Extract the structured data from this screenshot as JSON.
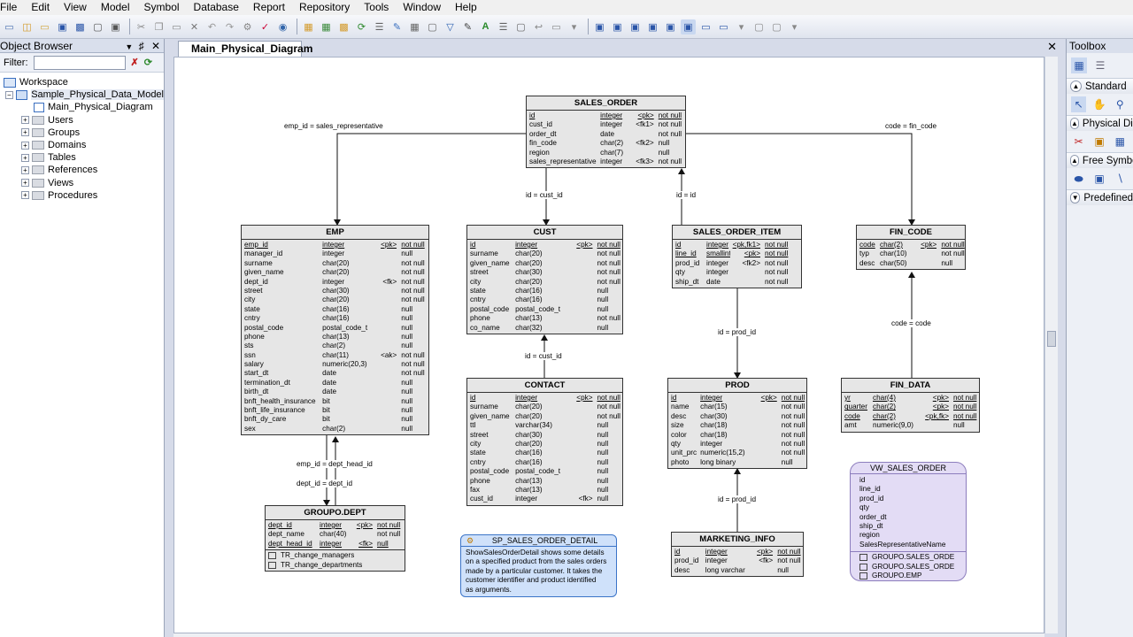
{
  "menu": [
    "File",
    "Edit",
    "View",
    "Model",
    "Symbol",
    "Database",
    "Report",
    "Repository",
    "Tools",
    "Window",
    "Help"
  ],
  "object_browser": {
    "title": "Object Browser",
    "pin_icon": "←",
    "close_icon": "✕",
    "filter_label": "Filter:",
    "filter_value": "",
    "workspace": "Workspace",
    "model": "Sample_Physical_Data_Model",
    "diagram": "Main_Physical_Diagram",
    "items": [
      "Users",
      "Groups",
      "Domains",
      "Tables",
      "References",
      "Views",
      "Procedures"
    ]
  },
  "tab": {
    "label": "Main_Physical_Diagram"
  },
  "toolbox": {
    "title": "Toolbox",
    "sections": [
      "Standard",
      "Physical Dia",
      "Free Symbo",
      "Predefined"
    ]
  },
  "tables": {
    "sales_order": {
      "name": "SALES_ORDER",
      "rows": [
        [
          "id",
          "integer",
          "<pk>",
          "not null"
        ],
        [
          "cust_id",
          "integer",
          "<fk1>",
          "not null"
        ],
        [
          "order_dt",
          "date",
          "",
          "not null"
        ],
        [
          "fin_code",
          "char(2)",
          "<fk2>",
          "null"
        ],
        [
          "region",
          "char(7)",
          "",
          "null"
        ],
        [
          "sales_representative",
          "integer",
          "<fk3>",
          "not null"
        ]
      ]
    },
    "emp": {
      "name": "EMP",
      "rows": [
        [
          "emp_id",
          "integer",
          "<pk>",
          "not null"
        ],
        [
          "manager_id",
          "integer",
          "",
          "null"
        ],
        [
          "surname",
          "char(20)",
          "",
          "not null"
        ],
        [
          "given_name",
          "char(20)",
          "",
          "not null"
        ],
        [
          "dept_id",
          "integer",
          "<fk>",
          "not null"
        ],
        [
          "street",
          "char(30)",
          "",
          "not null"
        ],
        [
          "city",
          "char(20)",
          "",
          "not null"
        ],
        [
          "state",
          "char(16)",
          "",
          "null"
        ],
        [
          "cntry",
          "char(16)",
          "",
          "null"
        ],
        [
          "postal_code",
          "postal_code_t",
          "",
          "null"
        ],
        [
          "phone",
          "char(13)",
          "",
          "null"
        ],
        [
          "sts",
          "char(2)",
          "",
          "null"
        ],
        [
          "ssn",
          "char(11)",
          "<ak>",
          "not null"
        ],
        [
          "salary",
          "numeric(20,3)",
          "",
          "not null"
        ],
        [
          "start_dt",
          "date",
          "",
          "not null"
        ],
        [
          "termination_dt",
          "date",
          "",
          "null"
        ],
        [
          "birth_dt",
          "date",
          "",
          "null"
        ],
        [
          "bnft_health_insurance",
          "bit",
          "",
          "null"
        ],
        [
          "bnft_life_insurance",
          "bit",
          "",
          "null"
        ],
        [
          "bnft_dy_care",
          "bit",
          "",
          "null"
        ],
        [
          "sex",
          "char(2)",
          "",
          "null"
        ]
      ]
    },
    "cust": {
      "name": "CUST",
      "rows": [
        [
          "id",
          "integer",
          "<pk>",
          "not null"
        ],
        [
          "surname",
          "char(20)",
          "",
          "not null"
        ],
        [
          "given_name",
          "char(20)",
          "",
          "not null"
        ],
        [
          "street",
          "char(30)",
          "",
          "not null"
        ],
        [
          "city",
          "char(20)",
          "",
          "not null"
        ],
        [
          "state",
          "char(16)",
          "",
          "null"
        ],
        [
          "cntry",
          "char(16)",
          "",
          "null"
        ],
        [
          "postal_code",
          "postal_code_t",
          "",
          "null"
        ],
        [
          "phone",
          "char(13)",
          "",
          "not null"
        ],
        [
          "co_name",
          "char(32)",
          "",
          "null"
        ]
      ]
    },
    "sales_order_item": {
      "name": "SALES_ORDER_ITEM",
      "rows": [
        [
          "id",
          "integer",
          "<pk,fk1>",
          "not null"
        ],
        [
          "line_id",
          "smallint",
          "<pk>",
          "not null"
        ],
        [
          "prod_id",
          "integer",
          "<fk2>",
          "not null"
        ],
        [
          "qty",
          "integer",
          "",
          "not null"
        ],
        [
          "ship_dt",
          "date",
          "",
          "not null"
        ]
      ]
    },
    "fin_code": {
      "name": "FIN_CODE",
      "rows": [
        [
          "code",
          "char(2)",
          "<pk>",
          "not null"
        ],
        [
          "typ",
          "char(10)",
          "",
          "not null"
        ],
        [
          "desc",
          "char(50)",
          "",
          "null"
        ]
      ]
    },
    "contact": {
      "name": "CONTACT",
      "rows": [
        [
          "id",
          "integer",
          "<pk>",
          "not null"
        ],
        [
          "surname",
          "char(20)",
          "",
          "not null"
        ],
        [
          "given_name",
          "char(20)",
          "",
          "not null"
        ],
        [
          "ttl",
          "varchar(34)",
          "",
          "null"
        ],
        [
          "street",
          "char(30)",
          "",
          "null"
        ],
        [
          "city",
          "char(20)",
          "",
          "null"
        ],
        [
          "state",
          "char(16)",
          "",
          "null"
        ],
        [
          "cntry",
          "char(16)",
          "",
          "null"
        ],
        [
          "postal_code",
          "postal_code_t",
          "",
          "null"
        ],
        [
          "phone",
          "char(13)",
          "",
          "null"
        ],
        [
          "fax",
          "char(13)",
          "",
          "null"
        ],
        [
          "cust_id",
          "integer",
          "<fk>",
          "null"
        ]
      ]
    },
    "prod": {
      "name": "PROD",
      "rows": [
        [
          "id",
          "integer",
          "<pk>",
          "not null"
        ],
        [
          "name",
          "char(15)",
          "",
          "not null"
        ],
        [
          "desc",
          "char(30)",
          "",
          "not null"
        ],
        [
          "size",
          "char(18)",
          "",
          "not null"
        ],
        [
          "color",
          "char(18)",
          "",
          "not null"
        ],
        [
          "qty",
          "integer",
          "",
          "not null"
        ],
        [
          "unit_prc",
          "numeric(15,2)",
          "",
          "not null"
        ],
        [
          "photo",
          "long binary",
          "",
          "null"
        ]
      ]
    },
    "fin_data": {
      "name": "FIN_DATA",
      "rows": [
        [
          "yr",
          "char(4)",
          "<pk>",
          "not null"
        ],
        [
          "quarter",
          "char(2)",
          "<pk>",
          "not null"
        ],
        [
          "code",
          "char(2)",
          "<pk,fk>",
          "not null"
        ],
        [
          "amt",
          "numeric(9,0)",
          "",
          "null"
        ]
      ]
    },
    "dept": {
      "name": "GROUPO.DEPT",
      "rows": [
        [
          "dept_id",
          "integer",
          "<pk>",
          "not null"
        ],
        [
          "dept_name",
          "char(40)",
          "",
          "not null"
        ],
        [
          "dept_head_id",
          "integer",
          "<fk>",
          "null"
        ]
      ],
      "triggers": [
        "TR_change_managers",
        "TR_change_departments"
      ]
    },
    "marketing_info": {
      "name": "MARKETING_INFO",
      "rows": [
        [
          "id",
          "integer",
          "<pk>",
          "not null"
        ],
        [
          "prod_id",
          "integer",
          "<fk>",
          "not null"
        ],
        [
          "desc",
          "long varchar",
          "",
          "null"
        ]
      ]
    }
  },
  "procedure": {
    "name": "SP_SALES_ORDER_DETAIL",
    "description": [
      "ShowSalesOrderDetail shows some details",
      "on a specified product from the sales orders",
      " made by a particular customer. It takes the",
      "customer identifier and product identified",
      "as arguments."
    ]
  },
  "view": {
    "name": "VW_SALES_ORDER",
    "columns": [
      "id",
      "line_id",
      "prod_id",
      "qty",
      "order_dt",
      "ship_dt",
      "region",
      "SalesRepresentativeName"
    ],
    "sources": [
      "GROUPO.SALES_ORDE",
      "GROUPO.SALES_ORDE",
      "GROUPO.EMP"
    ]
  },
  "relationships": [
    "emp_id = sales_representative",
    "code = fin_code",
    "id = cust_id",
    "id = id",
    "id = prod_id",
    "code = code",
    "id = cust_id",
    "emp_id = dept_head_id",
    "dept_id = dept_id",
    "id = prod_id"
  ]
}
